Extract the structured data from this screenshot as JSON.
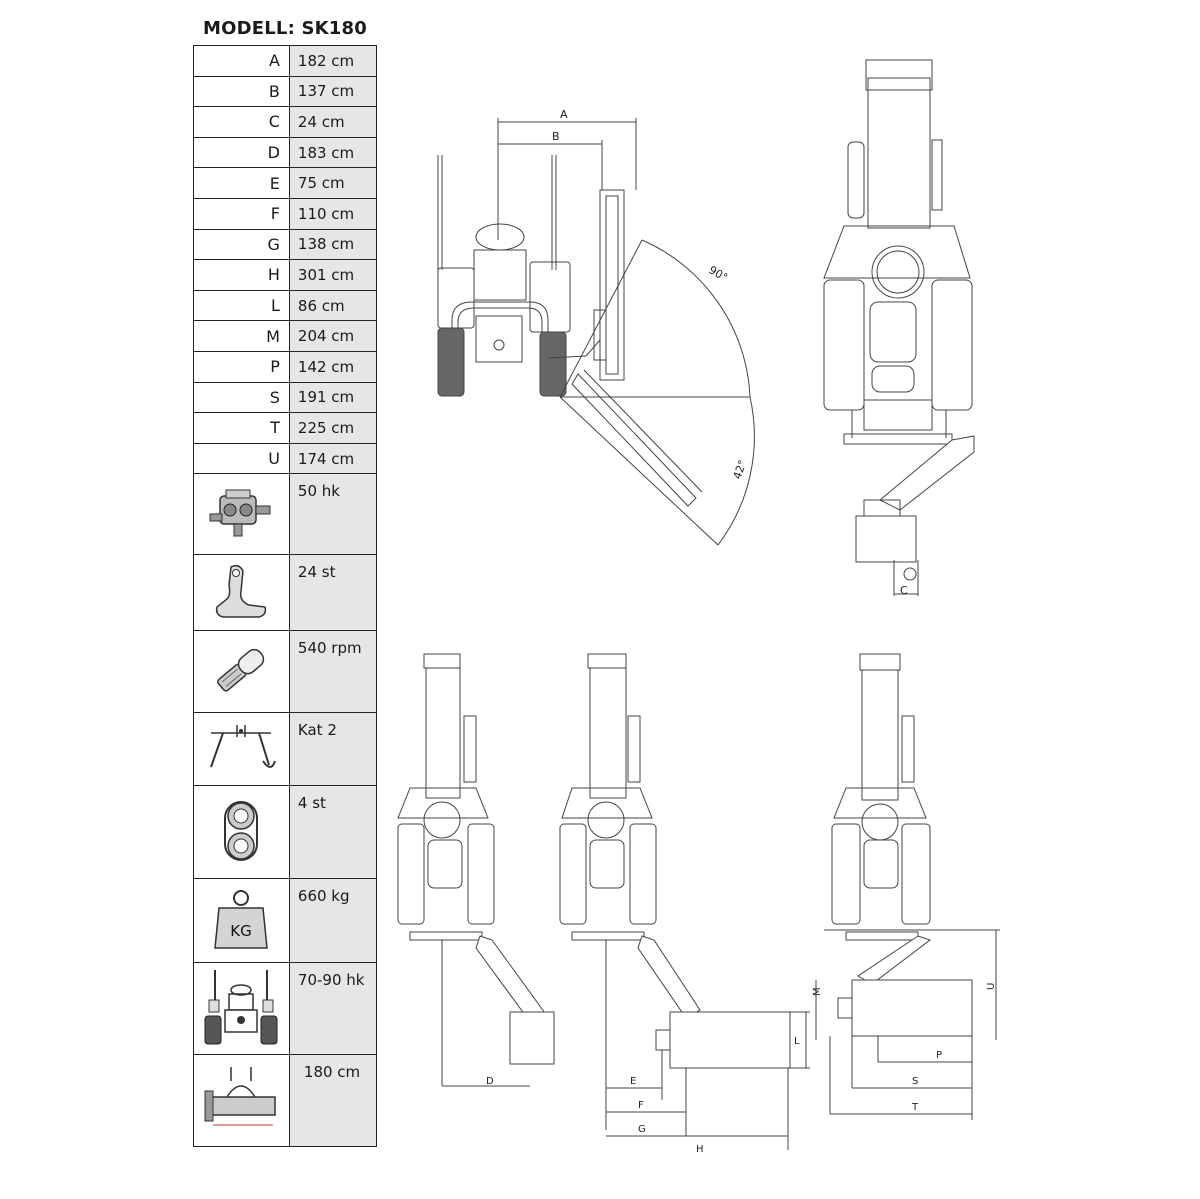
{
  "model": {
    "title": "MODELL: SK180"
  },
  "dimensions": [
    {
      "letter": "A",
      "value": "182 cm"
    },
    {
      "letter": "B",
      "value": "137 cm"
    },
    {
      "letter": "C",
      "value": "24 cm"
    },
    {
      "letter": "D",
      "value": "183 cm"
    },
    {
      "letter": "E",
      "value": "75 cm"
    },
    {
      "letter": "F",
      "value": "110 cm"
    },
    {
      "letter": "G",
      "value": "138 cm"
    },
    {
      "letter": "H",
      "value": "301 cm"
    },
    {
      "letter": "L",
      "value": "86 cm"
    },
    {
      "letter": "M",
      "value": "204 cm"
    },
    {
      "letter": "P",
      "value": "142 cm"
    },
    {
      "letter": "S",
      "value": "191 cm"
    },
    {
      "letter": "T",
      "value": "225 cm"
    },
    {
      "letter": "U",
      "value": "174 cm"
    }
  ],
  "features": [
    {
      "icon": "gearbox-icon",
      "value": "50 hk"
    },
    {
      "icon": "flail-hammer-icon",
      "value": "24 st"
    },
    {
      "icon": "pto-shaft-icon",
      "value": "540 rpm"
    },
    {
      "icon": "three-point-hitch-icon",
      "value": "Kat 2"
    },
    {
      "icon": "belt-pulley-icon",
      "value": "4 st"
    },
    {
      "icon": "weight-icon",
      "value": "660 kg",
      "icon_text": "KG"
    },
    {
      "icon": "tractor-front-icon",
      "value": "70-90 hk"
    },
    {
      "icon": "working-width-icon",
      "value": "180 cm"
    }
  ],
  "drawings": {
    "front_view": {
      "labels": [
        "A",
        "B"
      ],
      "angles": [
        "90°",
        "42°"
      ]
    },
    "top_view_1": {
      "labels": [
        "C"
      ]
    },
    "top_view_2": {
      "labels": [
        "D"
      ]
    },
    "top_view_3": {
      "labels": [
        "E",
        "F",
        "G",
        "H",
        "L"
      ]
    },
    "top_view_4": {
      "labels": [
        "M",
        "U",
        "P",
        "S",
        "T"
      ]
    }
  }
}
